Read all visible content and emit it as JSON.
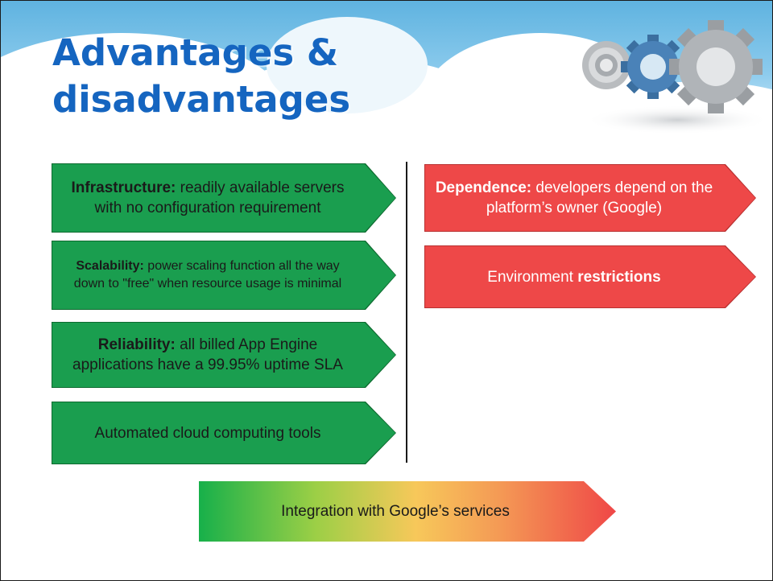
{
  "title": {
    "line1": "Advantages &",
    "line2": "disadvantages"
  },
  "decor": {
    "icon": "gears-icon",
    "background": "sky-clouds"
  },
  "colors": {
    "title": "#1565c0",
    "advantage": "#1a9e4f",
    "disadvantage": "#ee4848",
    "divider": "#1a1a1a"
  },
  "advantages": [
    {
      "term": "Infrastructure:",
      "text": " readily available servers with no configuration requirement"
    },
    {
      "term": "Scalability:",
      "text": " power scaling function all the way down to \"free\" when resource usage is minimal"
    },
    {
      "term": "Reliability:",
      "text": " all billed App Engine applications have a 99.95% uptime SLA"
    },
    {
      "term": "",
      "text": "Automated cloud computing tools"
    }
  ],
  "disadvantages": [
    {
      "term": "Dependence:",
      "text": " developers depend on the platform’s owner (Google)"
    },
    {
      "prefix": "Environment ",
      "term": "restrictions"
    }
  ],
  "mixed": {
    "text": "Integration with Google’s services"
  }
}
